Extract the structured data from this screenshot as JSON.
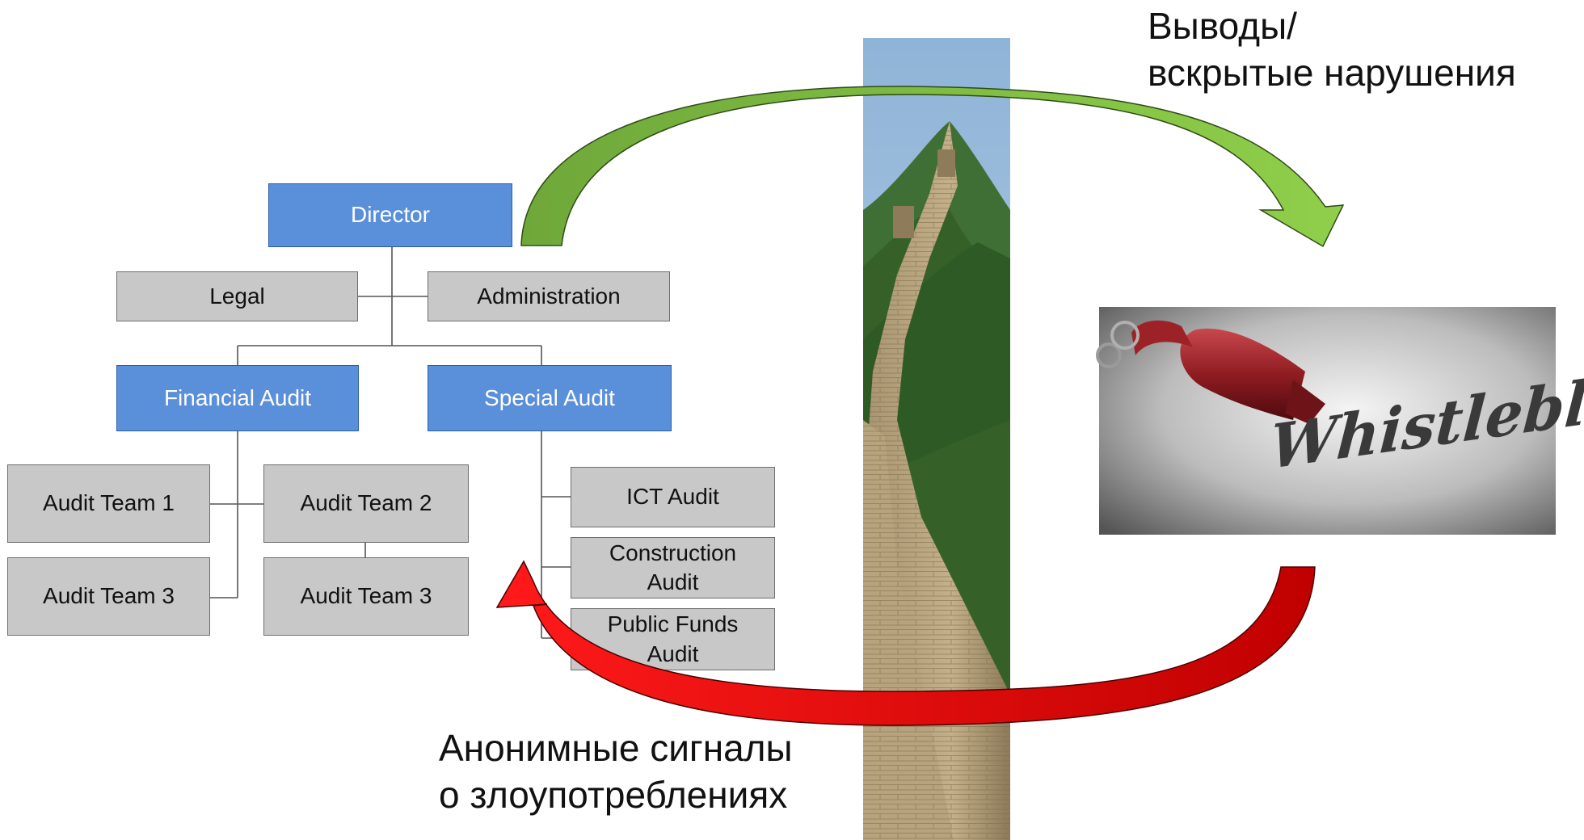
{
  "org_chart": {
    "director": "Director",
    "legal": "Legal",
    "administration": "Administration",
    "financial_audit": "Financial Audit",
    "special_audit": "Special Audit",
    "audit_team_1": "Audit Team 1",
    "audit_team_2": "Audit Team 2",
    "audit_team_3_left": "Audit Team 3",
    "audit_team_3_right": "Audit Team 3",
    "ict_audit": "ICT Audit",
    "construction_audit": "Construction\nAudit",
    "public_funds_audit": "Public Funds\nAudit"
  },
  "labels": {
    "findings": "Выводы/\nвскрытые нарушения",
    "anonymous_signals": "Анонимные сигналы\nо злоупотреблениях"
  },
  "whistle_image": {
    "word": "Whistleblowing"
  },
  "colors": {
    "blue_box": "#5a8fd9",
    "gray_box": "#c8c8c8",
    "green_arrow": "#7cb342",
    "red_arrow": "#e01010"
  }
}
